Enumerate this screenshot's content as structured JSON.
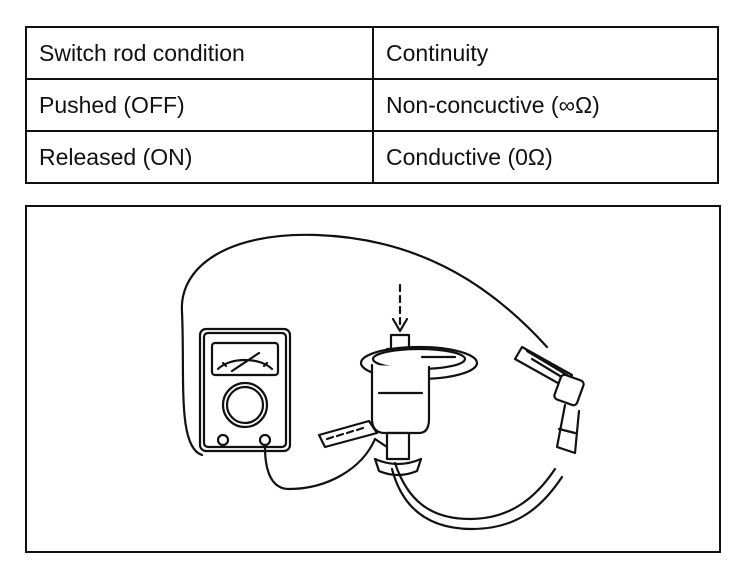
{
  "table": {
    "headers": [
      "Switch rod condition",
      "Continuity"
    ],
    "rows": [
      [
        "Pushed (OFF)",
        "Non-concuctive (∞Ω)"
      ],
      [
        "Released (ON)",
        "Conductive (0Ω)"
      ]
    ]
  },
  "colors": {
    "ink": "#111111",
    "paper": "#ffffff"
  },
  "illustration": {
    "parts": [
      "ohmmeter",
      "test-lead",
      "alligator-clip",
      "switch",
      "switch-rod",
      "push-arrow"
    ]
  }
}
